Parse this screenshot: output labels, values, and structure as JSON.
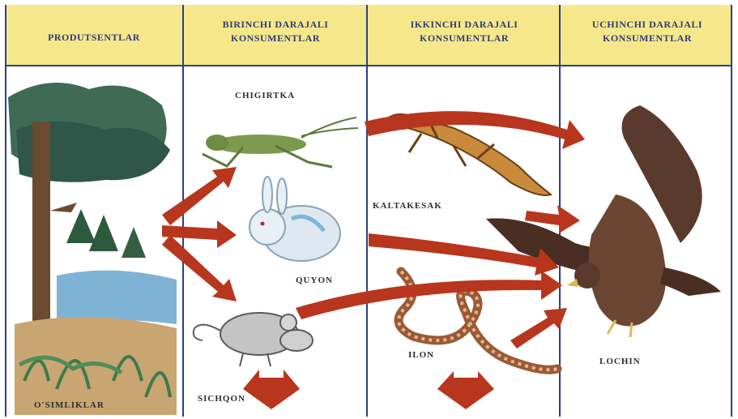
{
  "columns": [
    {
      "line1": "PRODUTSENTLAR",
      "line2": ""
    },
    {
      "line1": "BIRINCHI DARAJALI",
      "line2": "KONSUMENTLAR"
    },
    {
      "line1": "IKKINCHI DARAJALI",
      "line2": "KONSUMENTLAR"
    },
    {
      "line1": "UCHINCHI DARAJALI",
      "line2": "KONSUMENTLAR"
    }
  ],
  "organisms": {
    "plants": "O'SIMLIKLAR",
    "grasshopper": "CHIGIRTKA",
    "rabbit": "QUYON",
    "mouse": "SICHQON",
    "lizard": "KALTAKESAK",
    "snake": "ILON",
    "hawk": "LOCHIN"
  },
  "colors": {
    "header_band": "#f6e88a",
    "header_text": "#2e3c7a",
    "divider": "#2b3f8a",
    "arrow": "#b8361d"
  }
}
